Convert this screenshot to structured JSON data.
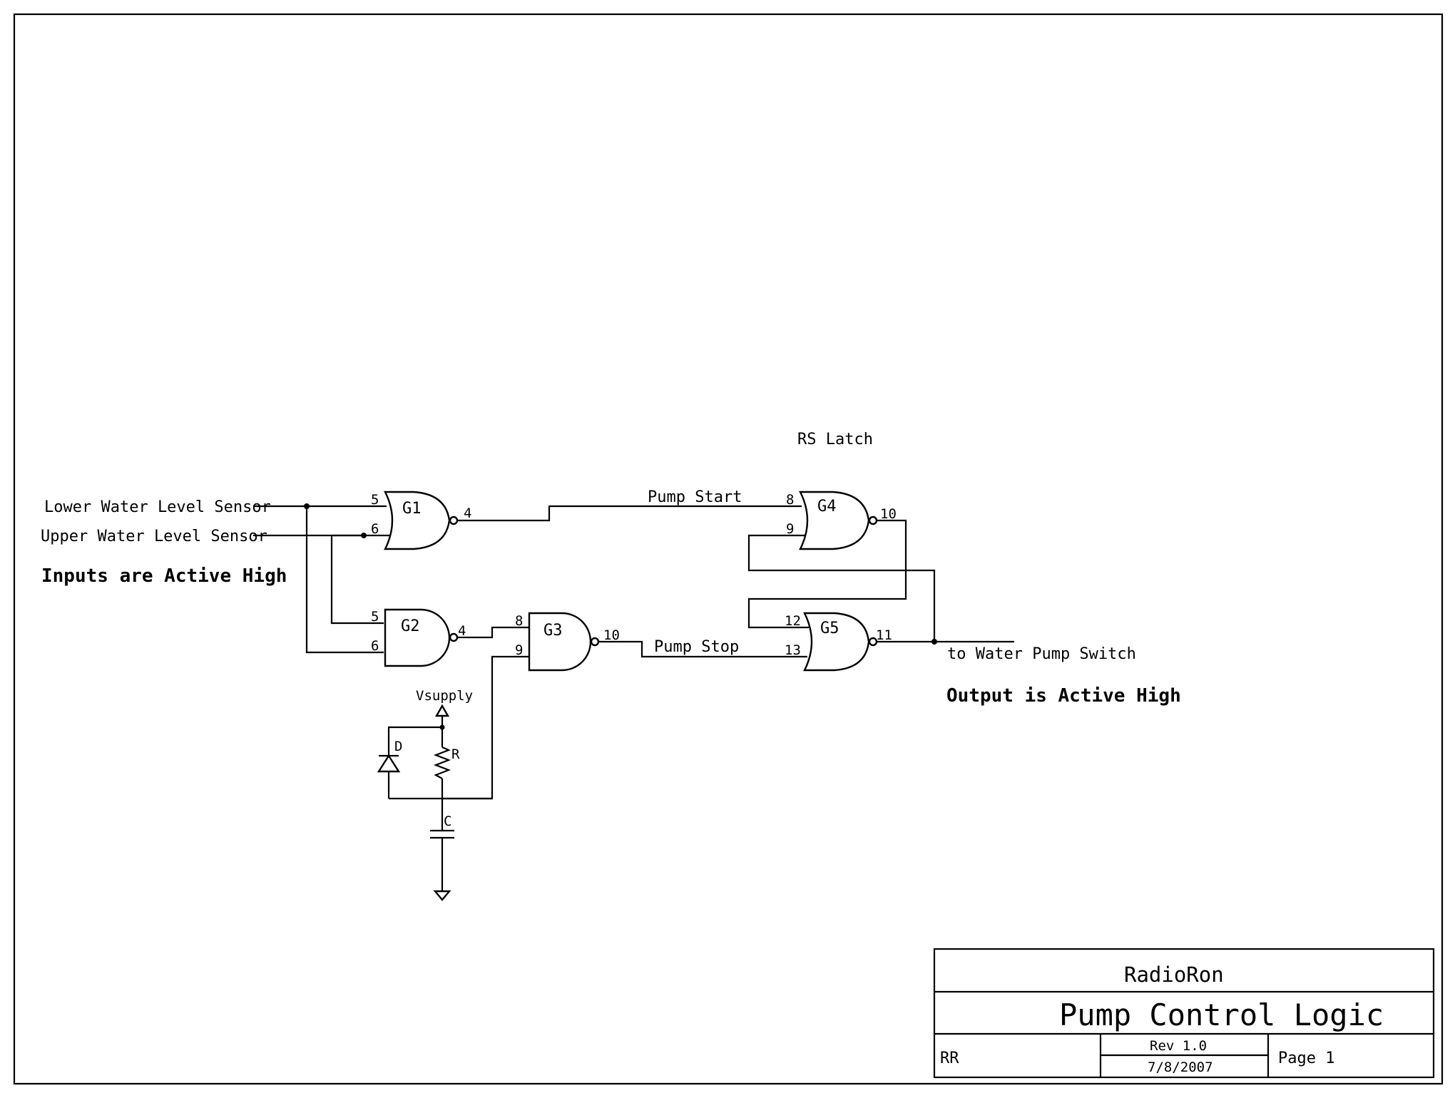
{
  "inputs": {
    "lower_sensor": "Lower Water Level Sensor",
    "upper_sensor": "Upper Water Level Sensor",
    "note": "Inputs are Active High"
  },
  "latch_label": "RS Latch",
  "signals": {
    "pump_start": "Pump Start",
    "pump_stop": "Pump Stop"
  },
  "output": {
    "label": "to Water Pump Switch",
    "note": "Output is Active High"
  },
  "gates": {
    "g1": {
      "name": "G1",
      "in_a": "5",
      "in_b": "6",
      "out": "4"
    },
    "g2": {
      "name": "G2",
      "in_a": "5",
      "in_b": "6",
      "out": "4"
    },
    "g3": {
      "name": "G3",
      "in_a": "8",
      "in_b": "9",
      "out": "10"
    },
    "g4": {
      "name": "G4",
      "in_a": "8",
      "in_b": "9",
      "out": "10"
    },
    "g5": {
      "name": "G5",
      "in_a": "12",
      "in_b": "13",
      "out": "11"
    }
  },
  "components": {
    "vsupply": "Vsupply",
    "diode": "D",
    "resistor": "R",
    "capacitor": "C"
  },
  "title_block": {
    "company": "RadioRon",
    "title": "Pump Control Logic",
    "author": "RR",
    "revision": "Rev 1.0",
    "date": "7/8/2007",
    "page": "Page 1"
  }
}
